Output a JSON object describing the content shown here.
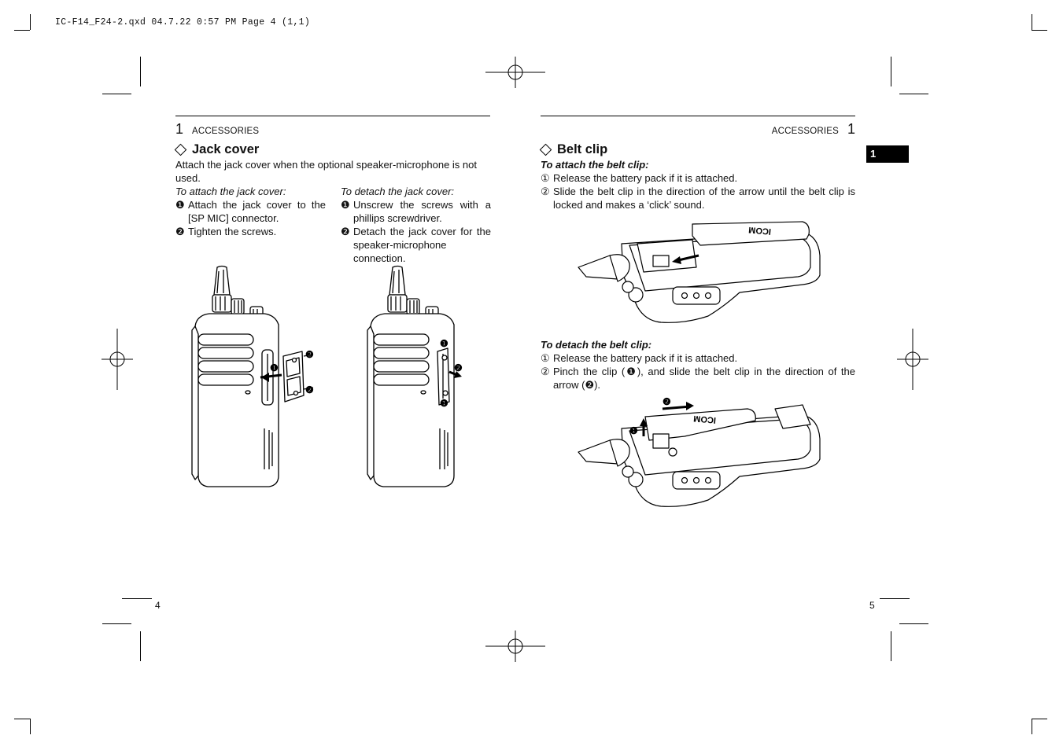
{
  "header": {
    "slug": "IC-F14_F24-2.qxd  04.7.22 0:57 PM  Page 4 (1,1)"
  },
  "left_page": {
    "section_number": "1",
    "section_label": "ACCESSORIES",
    "heading": "Jack cover",
    "intro": "Attach the jack cover when the optional speaker-microphone is not used.",
    "attach": {
      "title": "To attach the jack cover:",
      "steps": [
        {
          "marker": "❶",
          "text": "Attach the jack cover to the [SP MIC] connector."
        },
        {
          "marker": "❷",
          "text": "Tighten the screws."
        }
      ]
    },
    "detach": {
      "title": "To detach the jack cover:",
      "steps": [
        {
          "marker": "❶",
          "text": "Unscrew the screws with a phillips screwdriver."
        },
        {
          "marker": "❷",
          "text": "Detach the jack cover for the speaker-microphone connection."
        }
      ]
    },
    "page_number": "4"
  },
  "right_page": {
    "section_number": "1",
    "section_label": "ACCESSORIES",
    "heading": "Belt clip",
    "attach": {
      "title": "To attach the belt clip:",
      "steps": [
        {
          "marker": "①",
          "text": "Release the battery pack if it is attached."
        },
        {
          "marker": "②",
          "text": "Slide the belt clip in the direction of the arrow until the belt clip is locked and makes a ‘click’ sound."
        }
      ]
    },
    "detach": {
      "title": "To detach the belt clip:",
      "steps": [
        {
          "marker": "①",
          "text": "Release the battery pack if it is attached."
        },
        {
          "marker": "②",
          "text": "Pinch the clip (❶), and slide the belt clip in the direction of the arrow (❷)."
        }
      ]
    },
    "page_number": "5",
    "tab_badge": "1"
  },
  "figures": {
    "callout_1": "❶",
    "callout_2": "❷",
    "clip_brand": "ICOM"
  }
}
